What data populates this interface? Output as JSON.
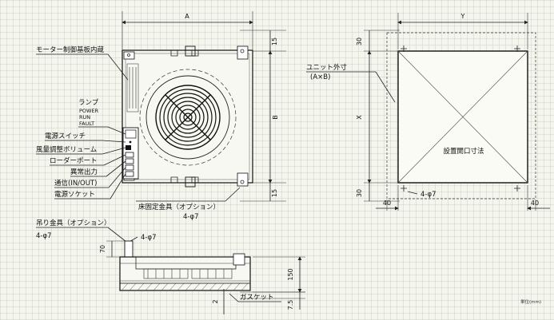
{
  "top_view": {
    "dim_width": "A",
    "dim_height": "B",
    "dim_top_margin": "15",
    "dim_bottom_margin": "15",
    "hole_note": "4-φ7",
    "floor_bracket": "床固定金具（オプション）"
  },
  "callouts": {
    "motor_board": "モーター制御基板内蔵",
    "lamp": "ランプ",
    "lamp_power": "POWER",
    "lamp_run": "RUN",
    "lamp_fault": "FAULT",
    "power_switch": "電源スイッチ",
    "air_volume": "風量調整ボリューム",
    "loader_port": "ローダーポート",
    "abnormal_output": "異常出力",
    "comm": "通信(IN/OUT)",
    "power_socket": "電源ソケット"
  },
  "opening_view": {
    "dim_width": "Y",
    "dim_height": "X",
    "dim_top": "30",
    "dim_bottom": "30",
    "dim_left": "40",
    "dim_right": "40",
    "unit_outer": "ユニット外寸",
    "unit_outer_axb": "(A×B)",
    "opening_label": "設置開口寸法",
    "hole_note": "4-φ7"
  },
  "side_view": {
    "hanger": "吊り金具（オプション）",
    "hanger_hole": "4-φ7",
    "hole_note": "4-φ7",
    "dim_70": "70",
    "dim_150": "150",
    "dim_2": "2",
    "dim_75": "7.5",
    "gasket": "ガスケット"
  },
  "unit_note": "単位(mm)"
}
